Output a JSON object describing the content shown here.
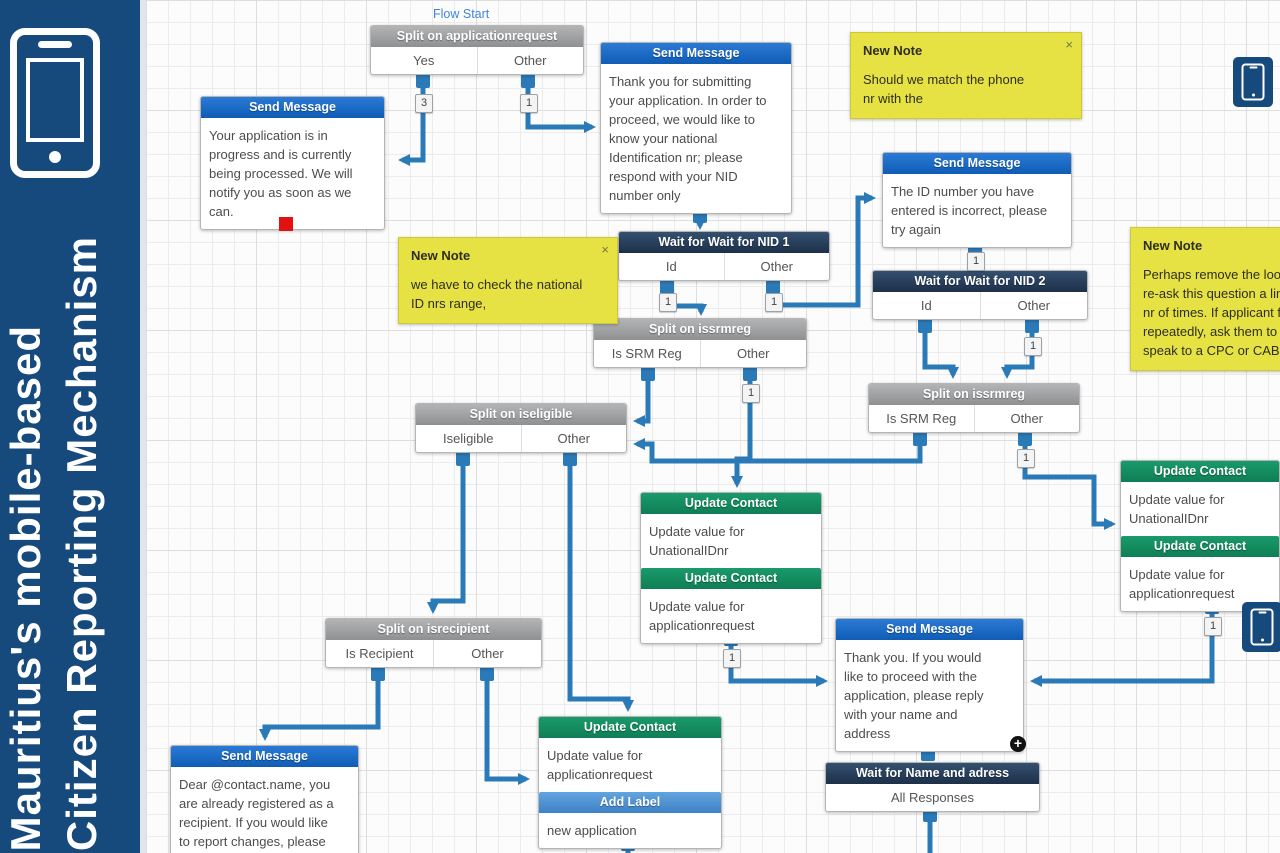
{
  "sidebar": {
    "title_line1": "Mauritius's mobile-based",
    "title_line2": "Citizen Reporting Mechanism"
  },
  "flow": {
    "start_label": "Flow Start"
  },
  "icons": {
    "close": "×",
    "plus": "+",
    "phone": "phone-icon"
  },
  "colors": {
    "accent_blue": "#2b7ab8",
    "header_blue": "#1565c8",
    "header_navy": "#20344d",
    "header_gray": "#9b9da0",
    "header_green": "#12895f",
    "header_label_blue": "#4a90d8",
    "note_yellow": "#e6e243",
    "sidebar_blue": "#174a7c",
    "terminal_red": "#e31212"
  },
  "nodes": {
    "split_app": {
      "header": "Split on applicationrequest",
      "cell1": "Yes",
      "cell2": "Other",
      "badge1": "3",
      "badge2": "1"
    },
    "sm_progress": {
      "header": "Send Message",
      "body": "Your application is in\nprogress and is currently\nbeing processed. We will\nnotify you as soon as we\ncan."
    },
    "sm_nid": {
      "header": "Send Message",
      "body": "Thank you for submitting\nyour application. In order to\nproceed, we would like to\nknow your national\nIdentification nr; please\nrespond with your NID\nnumber only"
    },
    "wait_nid1": {
      "header": "Wait for Wait for NID 1",
      "cell1": "Id",
      "cell2": "Other",
      "badge1": "1",
      "badge2": "1"
    },
    "sm_incorrect": {
      "header": "Send Message",
      "body": "The ID number you have\nentered is incorrect, please\ntry again",
      "badge": "1"
    },
    "wait_nid2": {
      "header": "Wait for Wait for NID 2",
      "cell1": "Id",
      "cell2": "Other",
      "badge2": "1"
    },
    "split_srm_c": {
      "header": "Split on issrmreg",
      "cell1": "Is SRM Reg",
      "cell2": "Other",
      "badge2": "1"
    },
    "split_srm_r": {
      "header": "Split on issrmreg",
      "cell1": "Is SRM Reg",
      "cell2": "Other",
      "badge2": "1"
    },
    "split_elig": {
      "header": "Split on iseligible",
      "cell1": "Iseligible",
      "cell2": "Other"
    },
    "split_recip": {
      "header": "Split on isrecipient",
      "cell1": "Is Recipient",
      "cell2": "Other"
    },
    "uc_center": {
      "header1": "Update Contact",
      "body1": "Update value for\nUnationalIDnr",
      "header2": "Update Contact",
      "body2": "Update value for\napplicationrequest",
      "badge": "1"
    },
    "uc_right": {
      "header1": "Update Contact",
      "body1": "Update value for\nUnationalIDnr",
      "header2": "Update Contact",
      "body2": "Update value for\napplicationrequest",
      "badge": "1"
    },
    "uc_label": {
      "header1": "Update Contact",
      "body1": "Update value for\napplicationrequest",
      "header2": "Add Label",
      "body2": "new application"
    },
    "sm_dear": {
      "header": "Send Message",
      "body": "Dear @contact.name, you\nare already registered as a\nrecipient. If you would like\nto report changes, please\nconsult your CPC contact"
    },
    "sm_thanks": {
      "header": "Send Message",
      "body": "Thank you. If you would\nlike to proceed with the\napplication, please reply\nwith your name and\naddress"
    },
    "wait_name": {
      "header": "Wait for Name and adress",
      "cell1": "All Responses"
    }
  },
  "notes": {
    "phone": {
      "title": "New Note",
      "body": "Should we match the phone\nnr with the"
    },
    "range": {
      "title": "New Note",
      "body": "we have to check the national\nID nrs range,"
    },
    "loop": {
      "title": "New Note",
      "body": "Perhaps remove the loop\nre-ask this question a lim\nnr of times. If applicant fa\nrepeatedly, ask them to\nspeak to a CPC or CAB."
    }
  }
}
